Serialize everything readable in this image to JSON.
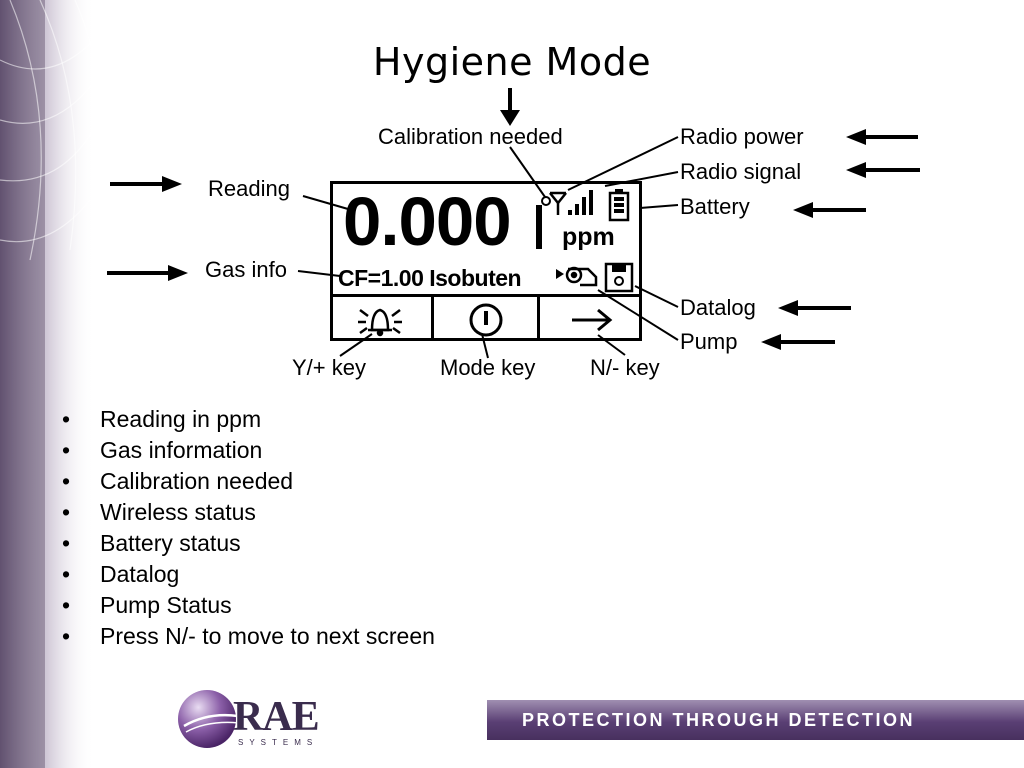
{
  "title": "Hygiene Mode",
  "colors": {
    "accent": "#5a3f74",
    "swoosh": "#6e5a7e"
  },
  "callouts": {
    "calibration_needed": "Calibration needed",
    "radio_power": "Radio power",
    "radio_signal": "Radio signal",
    "battery": "Battery",
    "reading": "Reading",
    "gas_info": "Gas info",
    "datalog": "Datalog",
    "pump": "Pump",
    "y_key": "Y/+ key",
    "mode_key": "Mode key",
    "n_key": "N/- key"
  },
  "device": {
    "reading": "0.000",
    "unit": "ppm",
    "gas_info": "CF=1.00 Isobuten",
    "icons": [
      "calibration-flag-icon",
      "radio-antenna-icon",
      "signal-bars-icon",
      "battery-icon",
      "pump-icon",
      "datalog-disk-icon",
      "alarm-bell-icon",
      "power-icon",
      "right-arrow-icon"
    ]
  },
  "bullets": [
    "Reading in ppm",
    "Gas information",
    "Calibration needed",
    "Wireless status",
    "Battery status",
    "Datalog",
    "Pump Status",
    "Press N/- to move to next screen"
  ],
  "bullet_glyph": "•",
  "footer": {
    "tagline": "PROTECTION THROUGH DETECTION",
    "logo_word": "RAE",
    "logo_sub": "SYSTEMS"
  }
}
